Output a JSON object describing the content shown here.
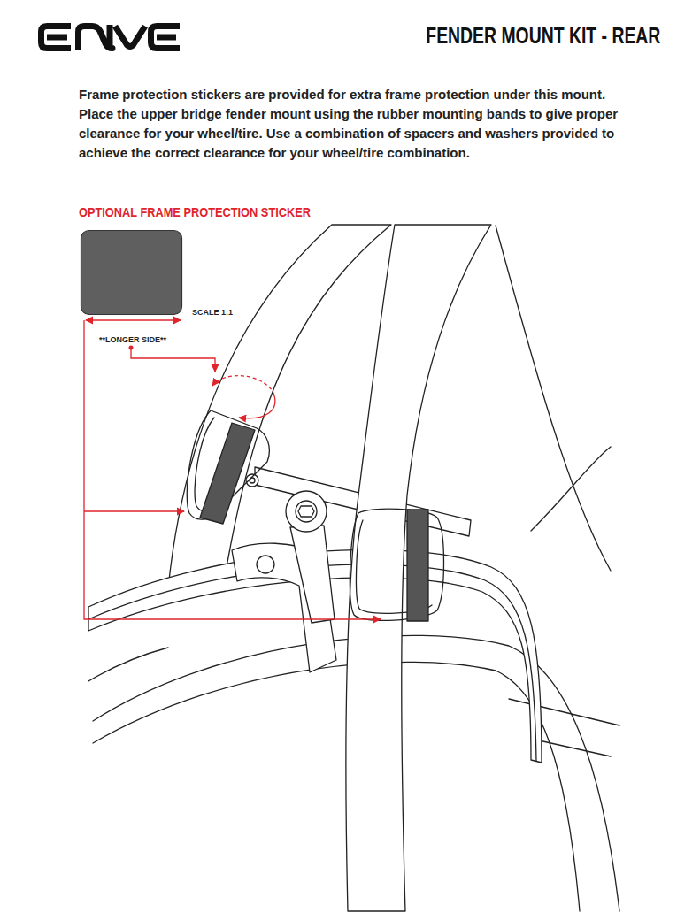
{
  "diagram": {
    "title": "FENDER MOUNT KIT - REAR",
    "labels": [
      "Frame protection stickers are provided for extra frame protection under this mount. Place the upper bridge fender mount using the rubber mounting bands to give proper clearance for your wheel/tire. Use a combination of spacers and washers provided to achieve the correct clearance for your wheel/tire combination.",
      "OPTIONAL FRAME PROTECTION STICKER",
      "SCALE 1:1",
      "**LONGER SIDE**"
    ]
  }
}
